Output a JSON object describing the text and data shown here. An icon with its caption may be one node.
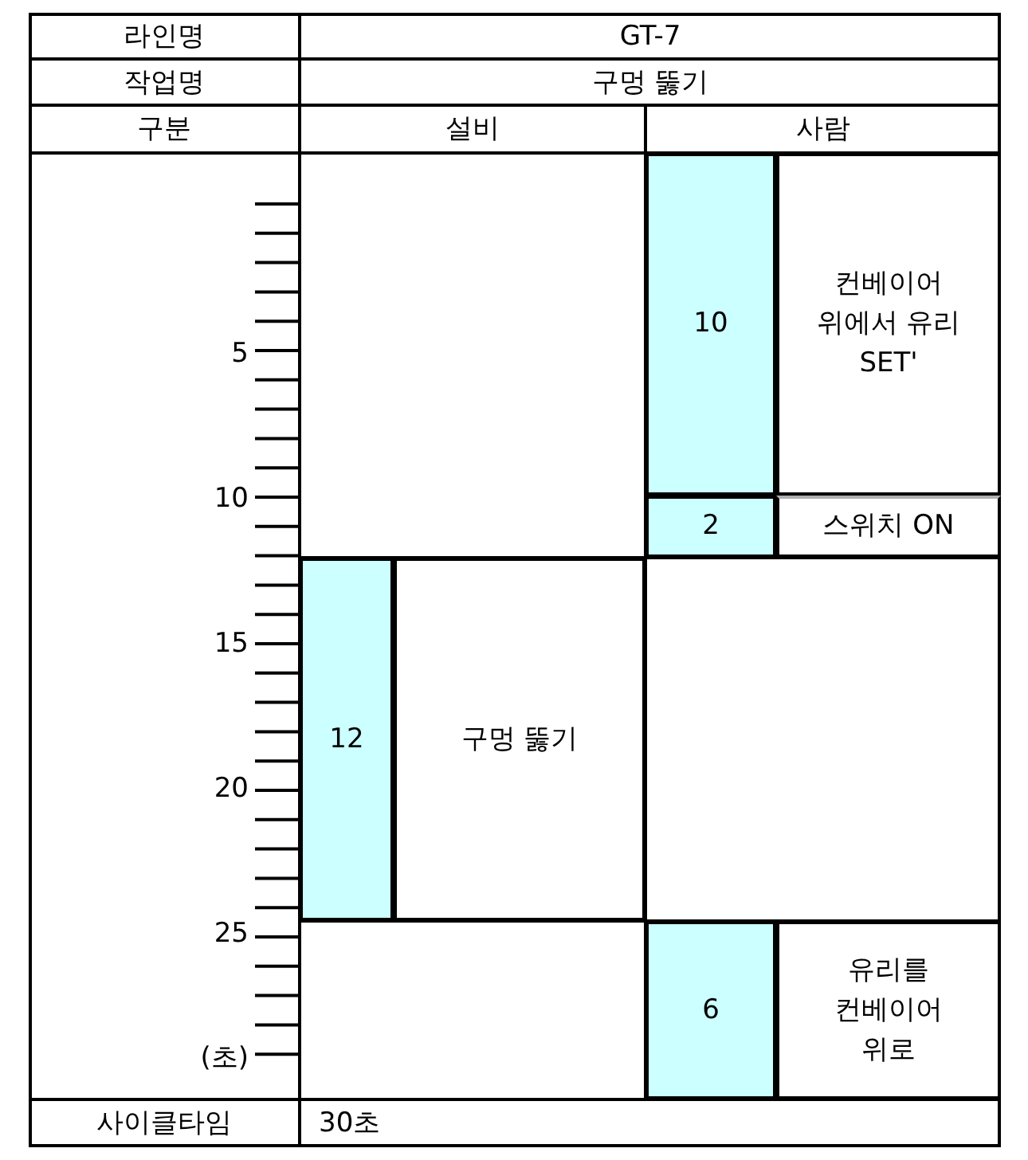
{
  "diagram": {
    "nodes": [
      {
        "text": [
          "10"
        ]
      },
      {
        "text": [
          "컨베이어 위에서 유리 SET'"
        ]
      },
      {
        "text": [
          "2"
        ]
      },
      {
        "text": [
          "스위치 ON"
        ]
      },
      {
        "text": [
          "12"
        ]
      },
      {
        "text": [
          "구멍 뚫기"
        ]
      },
      {
        "text": [
          "6"
        ]
      },
      {
        "text": [
          "유리를 컨베이어 위로"
        ]
      }
    ],
    "labels": [
      "라인명",
      "GT-7",
      "작업명",
      "구멍 뚫기",
      "구분",
      "설비",
      "사람",
      "5",
      "10",
      "15",
      "20",
      "25",
      "(초)",
      "사이클타임",
      "30초"
    ]
  }
}
